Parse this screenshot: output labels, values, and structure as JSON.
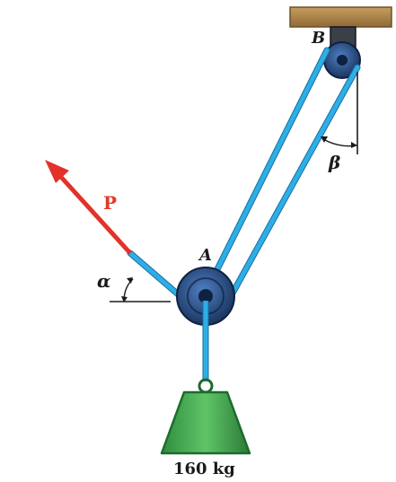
{
  "labels": {
    "point_b": "B",
    "point_a": "A",
    "force": "P",
    "alpha": "α",
    "beta": "β",
    "mass": "160 kg"
  },
  "colors": {
    "rope": "#2eaee6",
    "rope_edge": "#1a6fa0",
    "force_arrow": "#e2322a",
    "pulley": "#2a4f86",
    "pulley_dark": "#0f2142",
    "ceiling": "#b08852",
    "weight": "#3fae52",
    "weight_edge": "#1d6b2a"
  }
}
